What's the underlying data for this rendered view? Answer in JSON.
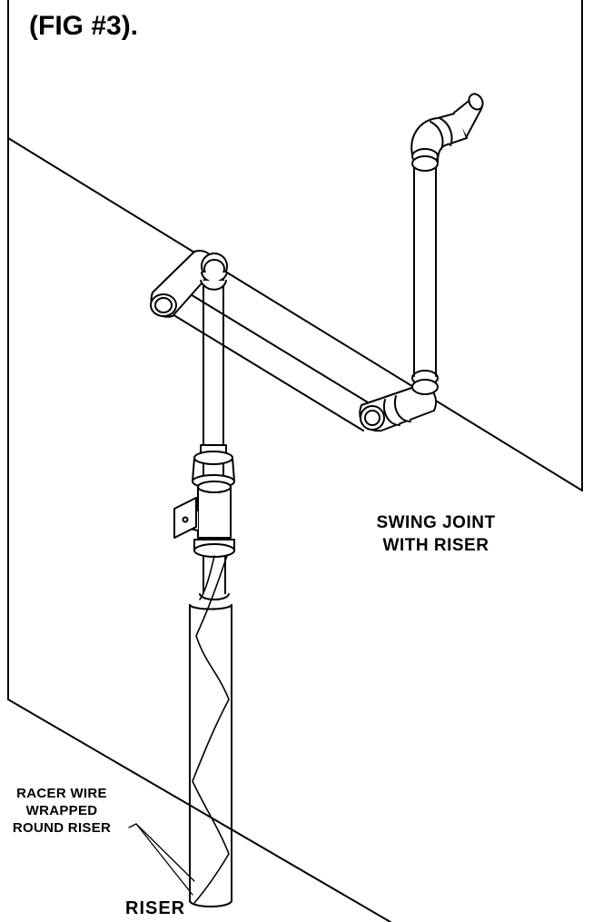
{
  "figure": {
    "title": "(FIG #3).",
    "labels": {
      "swing_joint_line1": "SWING JOINT",
      "swing_joint_line2": "WITH RISER",
      "tracer_line1": "RACER WIRE",
      "tracer_line2": "WRAPPED",
      "tracer_line3": "ROUND RISER",
      "riser": "RISER"
    }
  },
  "colors": {
    "line": "#000000",
    "background": "#ffffff"
  }
}
